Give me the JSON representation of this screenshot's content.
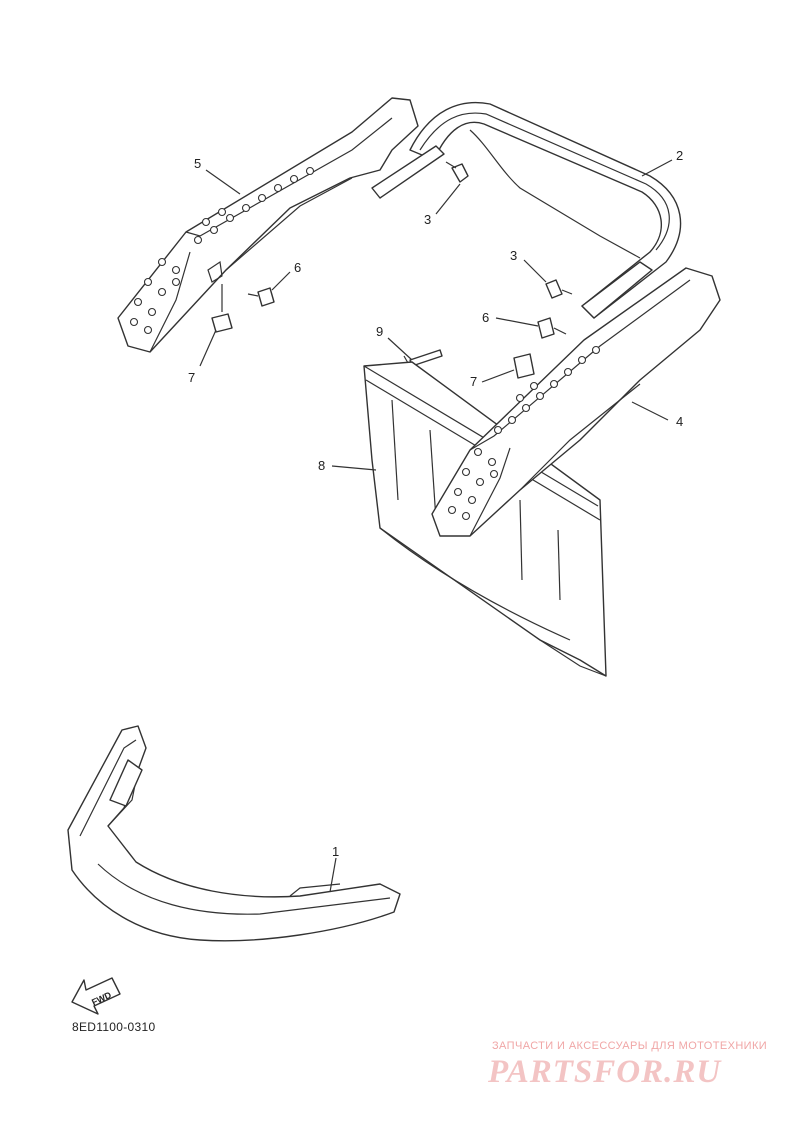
{
  "callouts": {
    "c1": "1",
    "c2": "2",
    "c3a": "3",
    "c3b": "3",
    "c4": "4",
    "c5": "5",
    "c6a": "6",
    "c6b": "6",
    "c7a": "7",
    "c7b": "7",
    "c8": "8",
    "c9": "9"
  },
  "fwd_label": "FWD",
  "diagram_code": "8ED1100-0310",
  "watermark": {
    "tagline": "ЗАПЧАСТИ И АКСЕССУАРЫ ДЛЯ МОТОТЕХНИКИ",
    "logo": "PARTSFOR.RU"
  }
}
